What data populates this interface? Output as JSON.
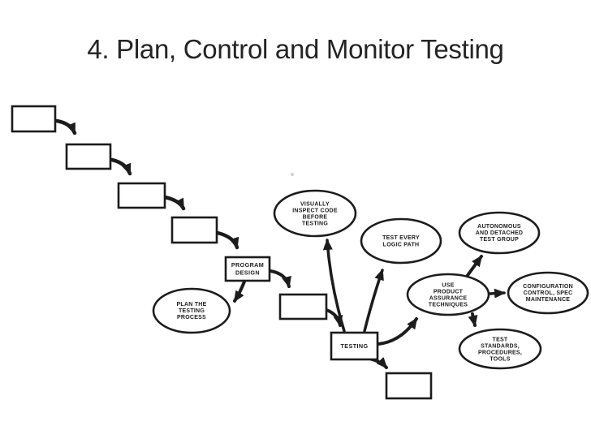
{
  "title": "4. Plan, Control and Monitor Testing",
  "diagram": {
    "boxes": {
      "program_design": {
        "lines": [
          "PROGRAM",
          "DESIGN"
        ]
      },
      "testing": {
        "label": "TESTING"
      }
    },
    "ellipses": {
      "plan": {
        "lines": [
          "PLAN THE",
          "TESTING",
          "PROCESS"
        ]
      },
      "visually": {
        "lines": [
          "VISUALLY",
          "INSPECT CODE",
          "BEFORE",
          "TESTING"
        ]
      },
      "test_every": {
        "lines": [
          "TEST EVERY",
          "LOGIC PATH"
        ]
      },
      "autonomous": {
        "lines": [
          "AUTONOMOUS",
          "AND DETACHED",
          "TEST GROUP"
        ]
      },
      "use_product": {
        "lines": [
          "USE",
          "PRODUCT",
          "ASSURANCE",
          "TECHNIQUES"
        ]
      },
      "configuration": {
        "lines": [
          "CONFIGURATION",
          "CONTROL, SPEC",
          "MAINTENANCE"
        ]
      },
      "test_standards": {
        "lines": [
          "TEST",
          "STANDARDS,",
          "PROCEDURES,",
          "TOOLS"
        ]
      }
    },
    "colors": {
      "ink": "#1c1c1c",
      "background": "#ffffff"
    }
  }
}
